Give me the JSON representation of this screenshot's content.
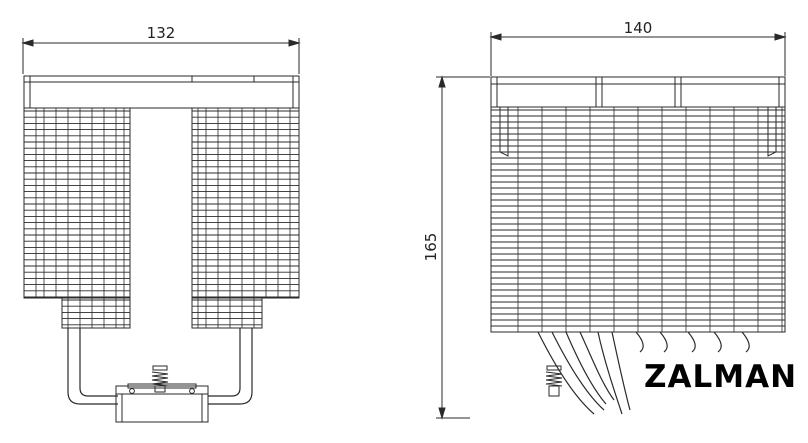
{
  "dimensions": {
    "width_front": "132",
    "width_side": "140",
    "height": "165"
  },
  "logo": {
    "text": "ZALMAN"
  },
  "colors": {
    "line": "#2a2a2a",
    "background": "#ffffff"
  }
}
